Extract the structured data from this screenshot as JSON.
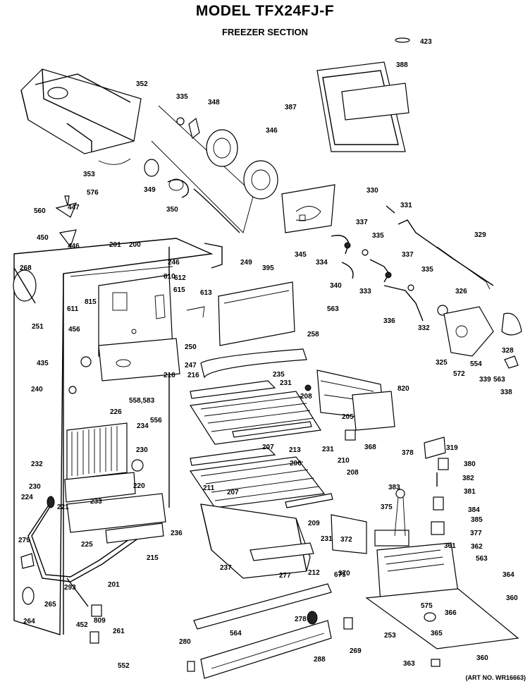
{
  "header": {
    "title": "MODEL TFX24FJ-F",
    "subtitle": "FREEZER SECTION"
  },
  "footer": {
    "art_no": "(ART NO. WR16663)"
  },
  "callouts": [
    "423",
    "388",
    "387",
    "352",
    "335",
    "348",
    "346",
    "353",
    "349",
    "350",
    "576",
    "560",
    "447",
    "450",
    "446",
    "201",
    "200",
    "249",
    "395",
    "345",
    "330",
    "331",
    "329",
    "334",
    "337",
    "335",
    "337",
    "340",
    "333",
    "335",
    "326",
    "336",
    "332",
    "268",
    "246",
    "612",
    "610",
    "615",
    "613",
    "611",
    "815",
    "563",
    "563",
    "251",
    "258",
    "250",
    "247",
    "456",
    "435",
    "325",
    "572",
    "554",
    "339",
    "328",
    "338",
    "820",
    "240",
    "216",
    "216",
    "558,583",
    "235",
    "231",
    "208",
    "226",
    "556",
    "234",
    "205",
    "207",
    "213",
    "231",
    "368",
    "230",
    "206",
    "210",
    "208",
    "232",
    "220",
    "378",
    "319",
    "380",
    "382",
    "381",
    "230",
    "211",
    "207",
    "383",
    "375",
    "384",
    "385",
    "377",
    "224",
    "233",
    "221",
    "209",
    "231",
    "372",
    "236",
    "279",
    "225",
    "361",
    "362",
    "563",
    "215",
    "237",
    "212",
    "675",
    "364",
    "370",
    "277",
    "293",
    "201",
    "360",
    "265",
    "575",
    "366",
    "809",
    "264",
    "452",
    "278",
    "253",
    "261",
    "564",
    "269",
    "365",
    "280",
    "288",
    "360",
    "363",
    "552"
  ]
}
